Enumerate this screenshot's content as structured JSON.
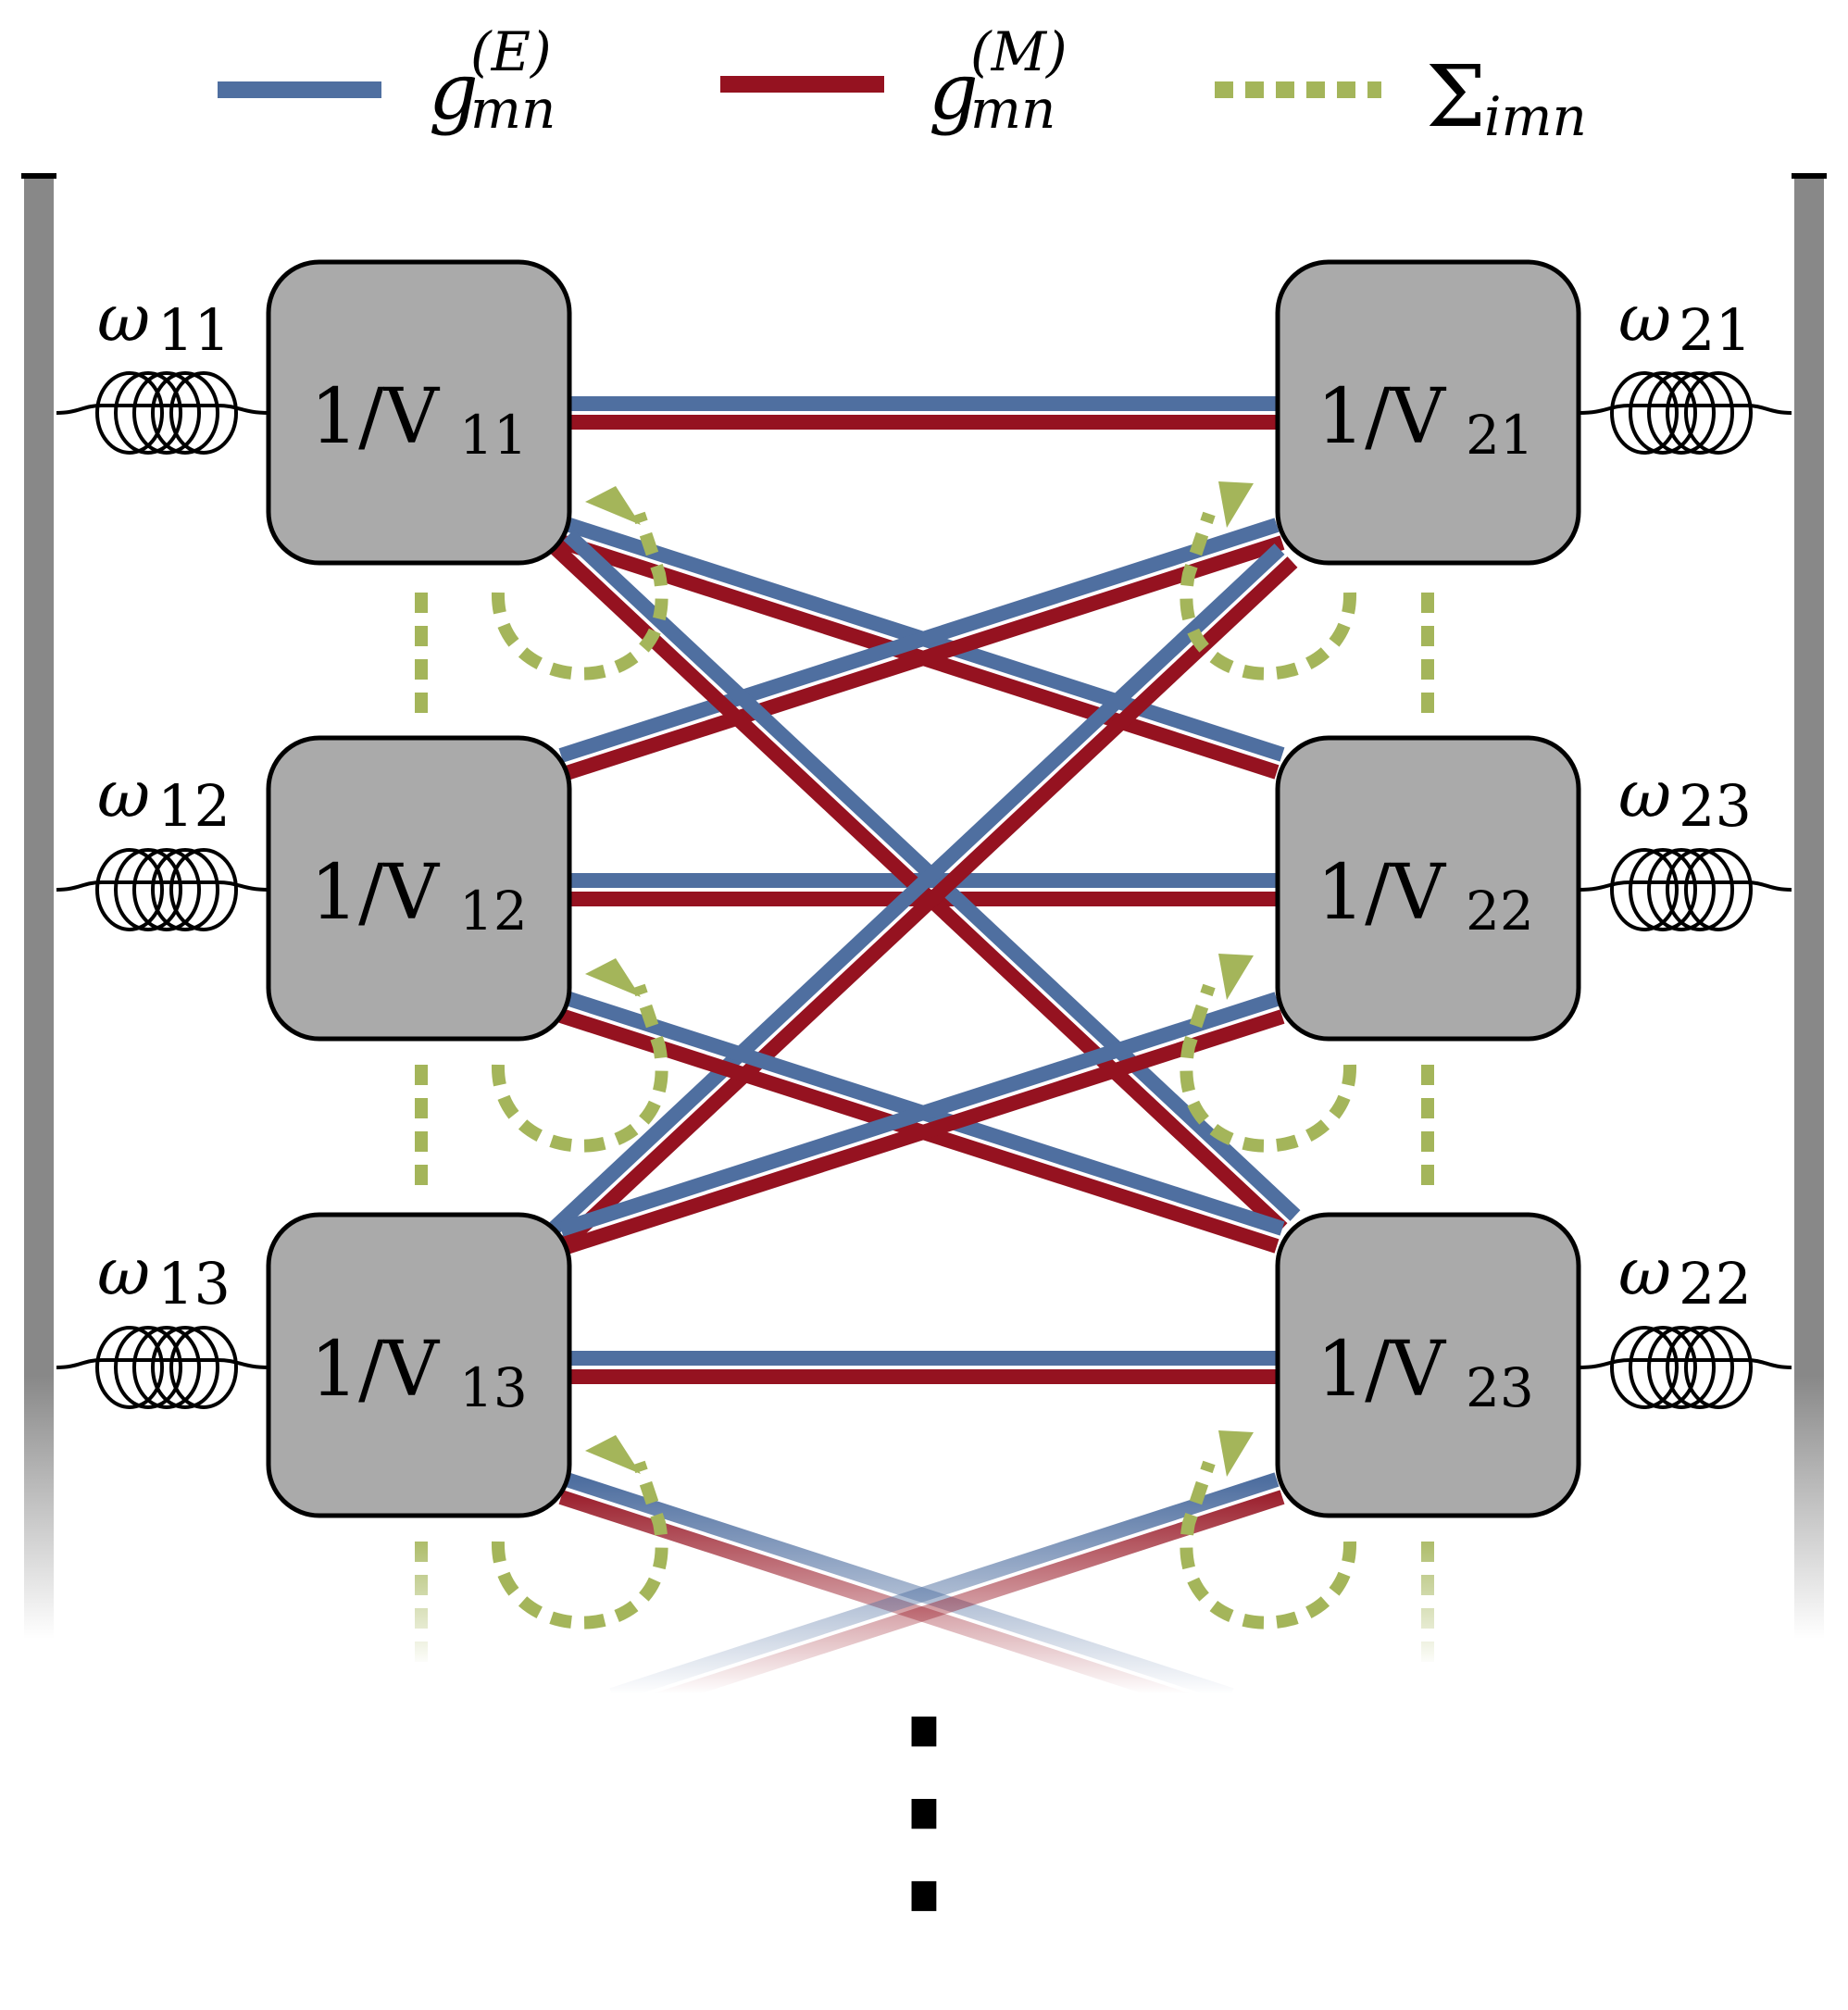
{
  "legend": [
    {
      "id": "electric",
      "symbol": "g",
      "superscript": "(E)",
      "subscript": "mn",
      "color": "#4f6fa0",
      "style": "solid"
    },
    {
      "id": "magnetic",
      "symbol": "g",
      "superscript": "(M)",
      "subscript": "mn",
      "color": "#951220",
      "style": "solid"
    },
    {
      "id": "sigma",
      "symbol": "Σ",
      "superscript": "",
      "subscript": "imn",
      "color": "#a4b55a",
      "style": "dotted"
    }
  ],
  "colors": {
    "electric": "#4f6fa0",
    "magnetic": "#951220",
    "sigma": "#a4b55a",
    "box_fill": "#aaaaaa",
    "wall_fill": "#888888"
  },
  "left_column": {
    "boxes": [
      {
        "id": "11",
        "label_prefix": "1/V",
        "label_sub": "11"
      },
      {
        "id": "12",
        "label_prefix": "1/V",
        "label_sub": "12"
      },
      {
        "id": "13",
        "label_prefix": "1/V",
        "label_sub": "13"
      }
    ],
    "springs": [
      {
        "symbol": "ω",
        "sub": "11"
      },
      {
        "symbol": "ω",
        "sub": "12"
      },
      {
        "symbol": "ω",
        "sub": "13"
      }
    ]
  },
  "right_column": {
    "boxes": [
      {
        "id": "21",
        "label_prefix": "1/V",
        "label_sub": "21"
      },
      {
        "id": "22",
        "label_prefix": "1/V",
        "label_sub": "22"
      },
      {
        "id": "23",
        "label_prefix": "1/V",
        "label_sub": "23"
      }
    ],
    "springs": [
      {
        "symbol": "ω",
        "sub": "21"
      },
      {
        "symbol": "ω",
        "sub": "23"
      },
      {
        "symbol": "ω",
        "sub": "22"
      }
    ]
  },
  "continuation": "⋮"
}
